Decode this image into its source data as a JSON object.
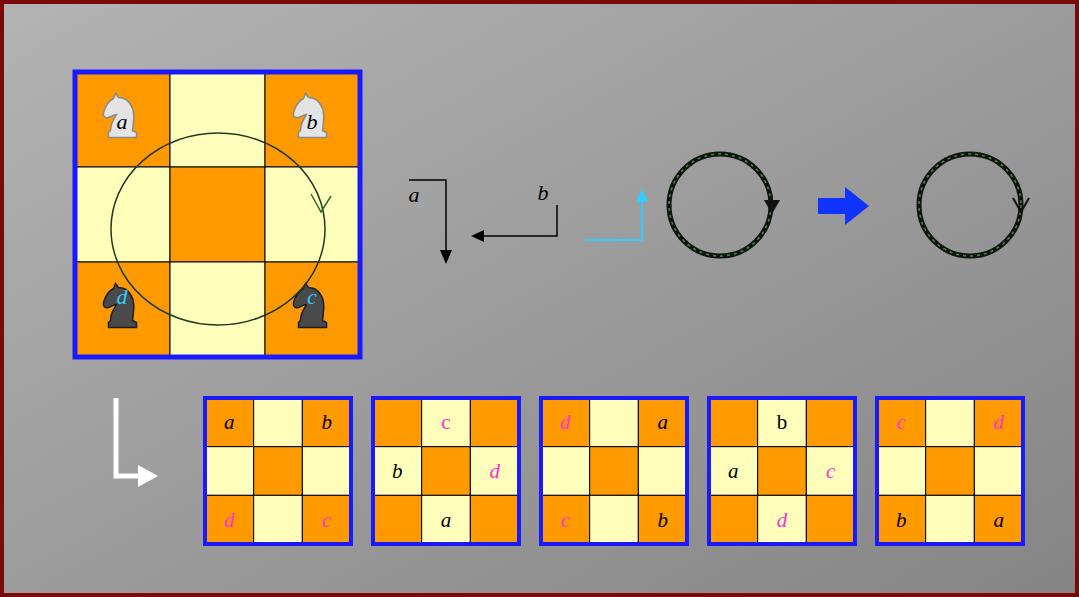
{
  "diagram": {
    "labels": [
      "a",
      "b",
      "d",
      "c",
      "a",
      "b",
      "a",
      "b",
      "d",
      "c",
      "c",
      "b",
      "d",
      "a",
      "d",
      "a",
      "c",
      "b",
      "b",
      "a",
      "c",
      "d",
      "c",
      "d",
      "b",
      "a"
    ]
  }
}
